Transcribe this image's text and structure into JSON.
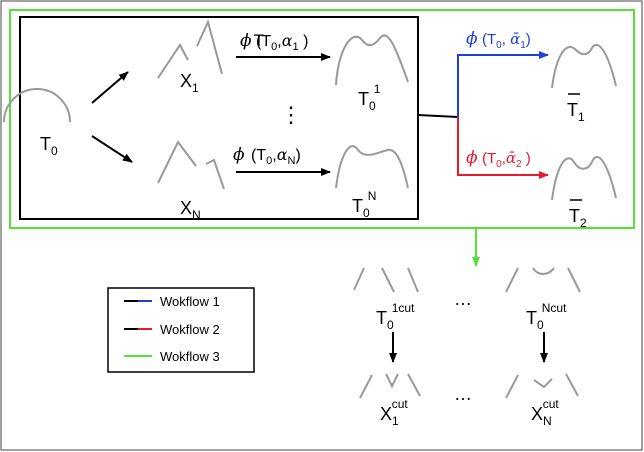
{
  "nodes": {
    "t0": {
      "base": "T",
      "sub": "0"
    },
    "x1": {
      "base": "X",
      "sub": "1"
    },
    "xn": {
      "base": "X",
      "sub": "N"
    },
    "t01": {
      "base": "T",
      "sub": "0",
      "sup": "1"
    },
    "t0n": {
      "base": "T",
      "sub": "0",
      "sup": "N"
    },
    "tbar1": {
      "base": "T",
      "sub": "1"
    },
    "tbar2": {
      "base": "T",
      "sub": "2"
    },
    "t01cut": {
      "base": "T",
      "sub": "0",
      "sup": "1cut"
    },
    "t0ncut": {
      "base": "T",
      "sub": "0",
      "sup": "Ncut"
    },
    "x1cut": {
      "base": "X",
      "sub": "1",
      "sup": "cut"
    },
    "xncut": {
      "base": "X",
      "sub": "N",
      "sup": "cut"
    }
  },
  "ops": {
    "phi": "ϕ",
    "alpha": "α",
    "alpha_bar": "ᾱ",
    "t_base": "T",
    "t_sub": "0",
    "sub_1": "1",
    "sub_n": "N",
    "sub_2": "2"
  },
  "dots": {
    "vertical": "⋮",
    "horizontal": "…"
  },
  "legend": [
    {
      "label": "Wokflow 1",
      "color": "#1f3fd8"
    },
    {
      "label": "Wokflow 2",
      "color": "#e8192c"
    },
    {
      "label": "Wokflow 3",
      "color": "#55e03c"
    }
  ],
  "colors": {
    "blue": "#1f3fd8",
    "red": "#e8192c",
    "green": "#55e03c",
    "curve": "#999999"
  }
}
